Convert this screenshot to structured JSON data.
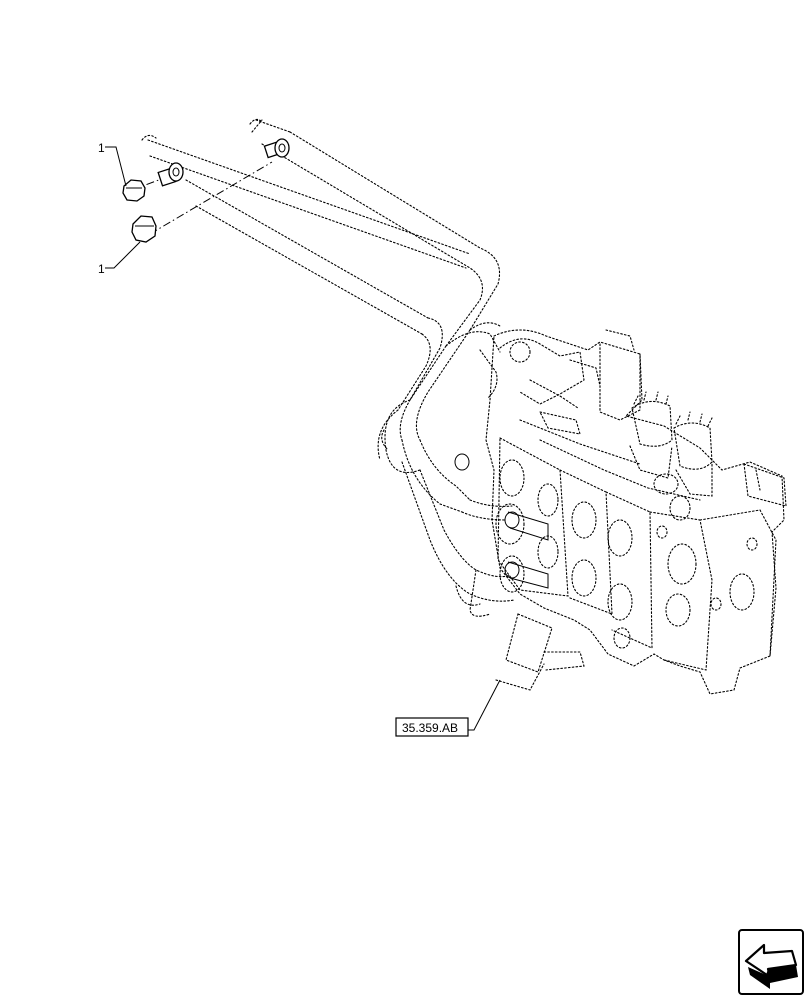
{
  "callouts": [
    {
      "label": "1"
    },
    {
      "label": "1"
    }
  ],
  "reference": {
    "label": "35.359.AB"
  },
  "nav_icon": {
    "icon": "previous-arrow-icon"
  }
}
